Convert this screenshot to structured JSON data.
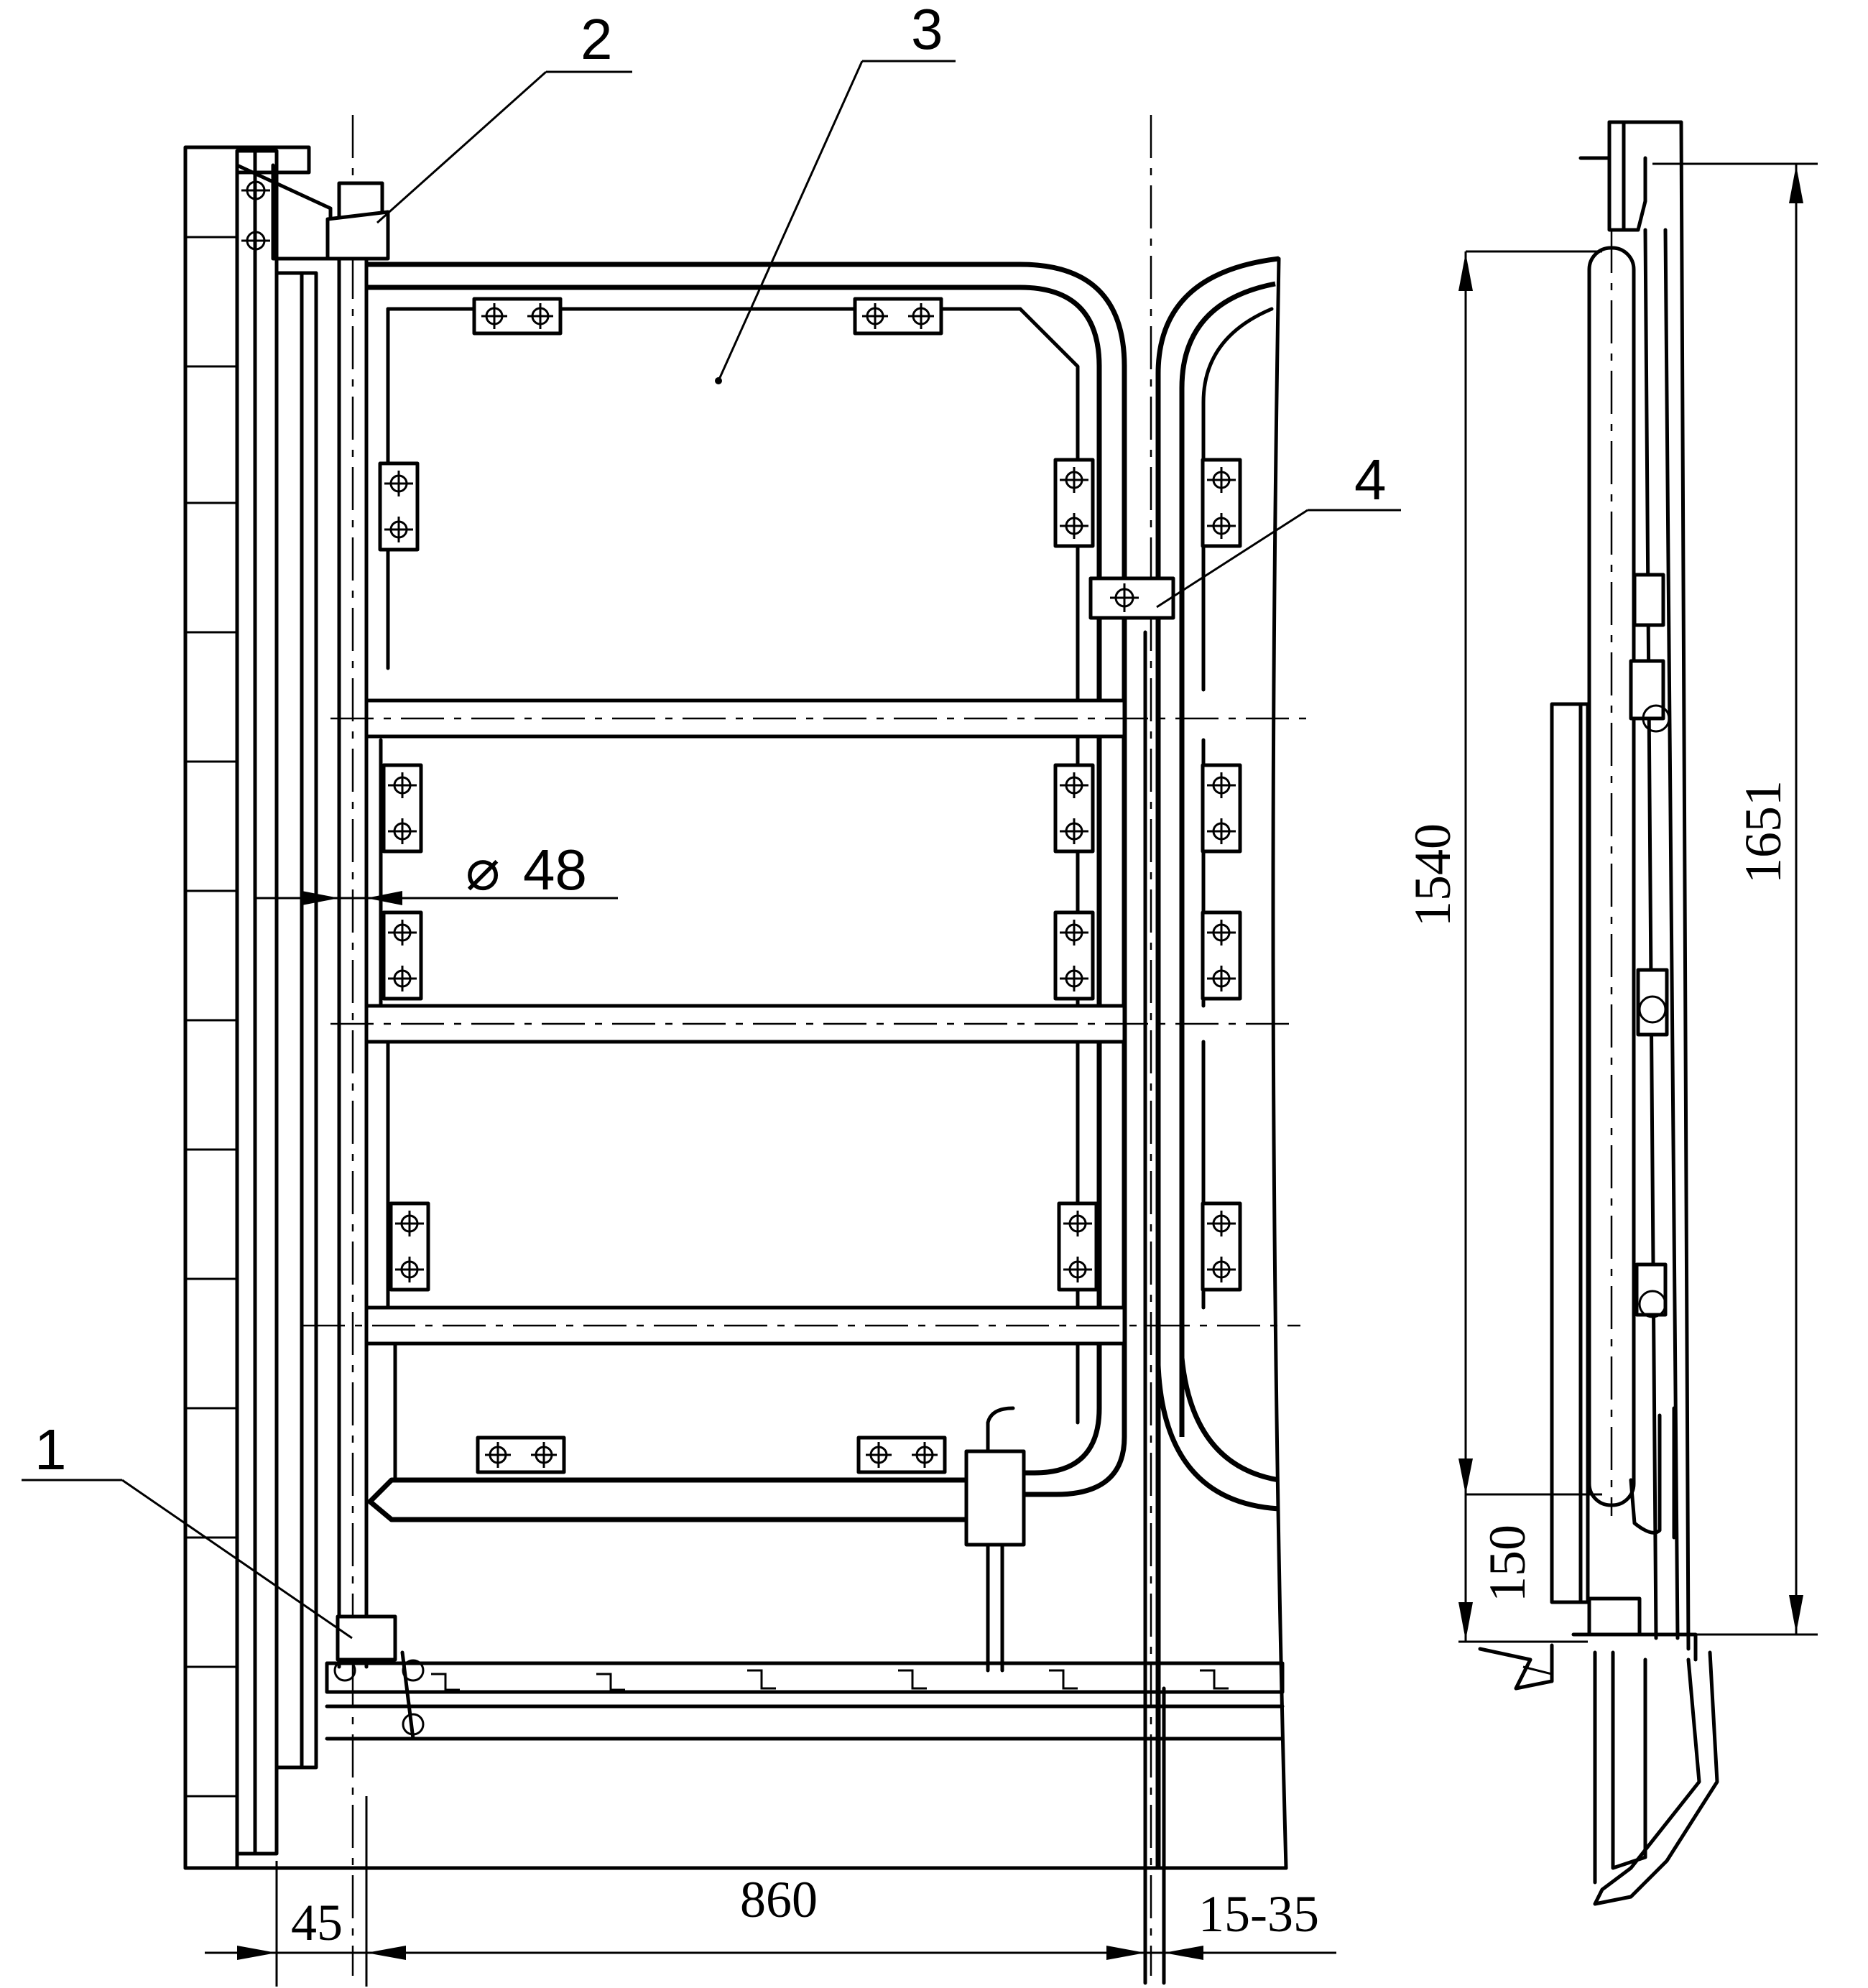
{
  "callouts": [
    {
      "id": "1",
      "text": "1"
    },
    {
      "id": "2",
      "text": "2"
    },
    {
      "id": "3",
      "text": "3"
    },
    {
      "id": "4",
      "text": "4"
    }
  ],
  "dimensions": {
    "pipe_diameter": "48",
    "gap_left": "45",
    "width_main": "860",
    "gap_right": "15-35",
    "height_inner": "1540",
    "height_total": "1651",
    "height_bottom": "150"
  },
  "symbols": {
    "diameter": "⌀"
  }
}
